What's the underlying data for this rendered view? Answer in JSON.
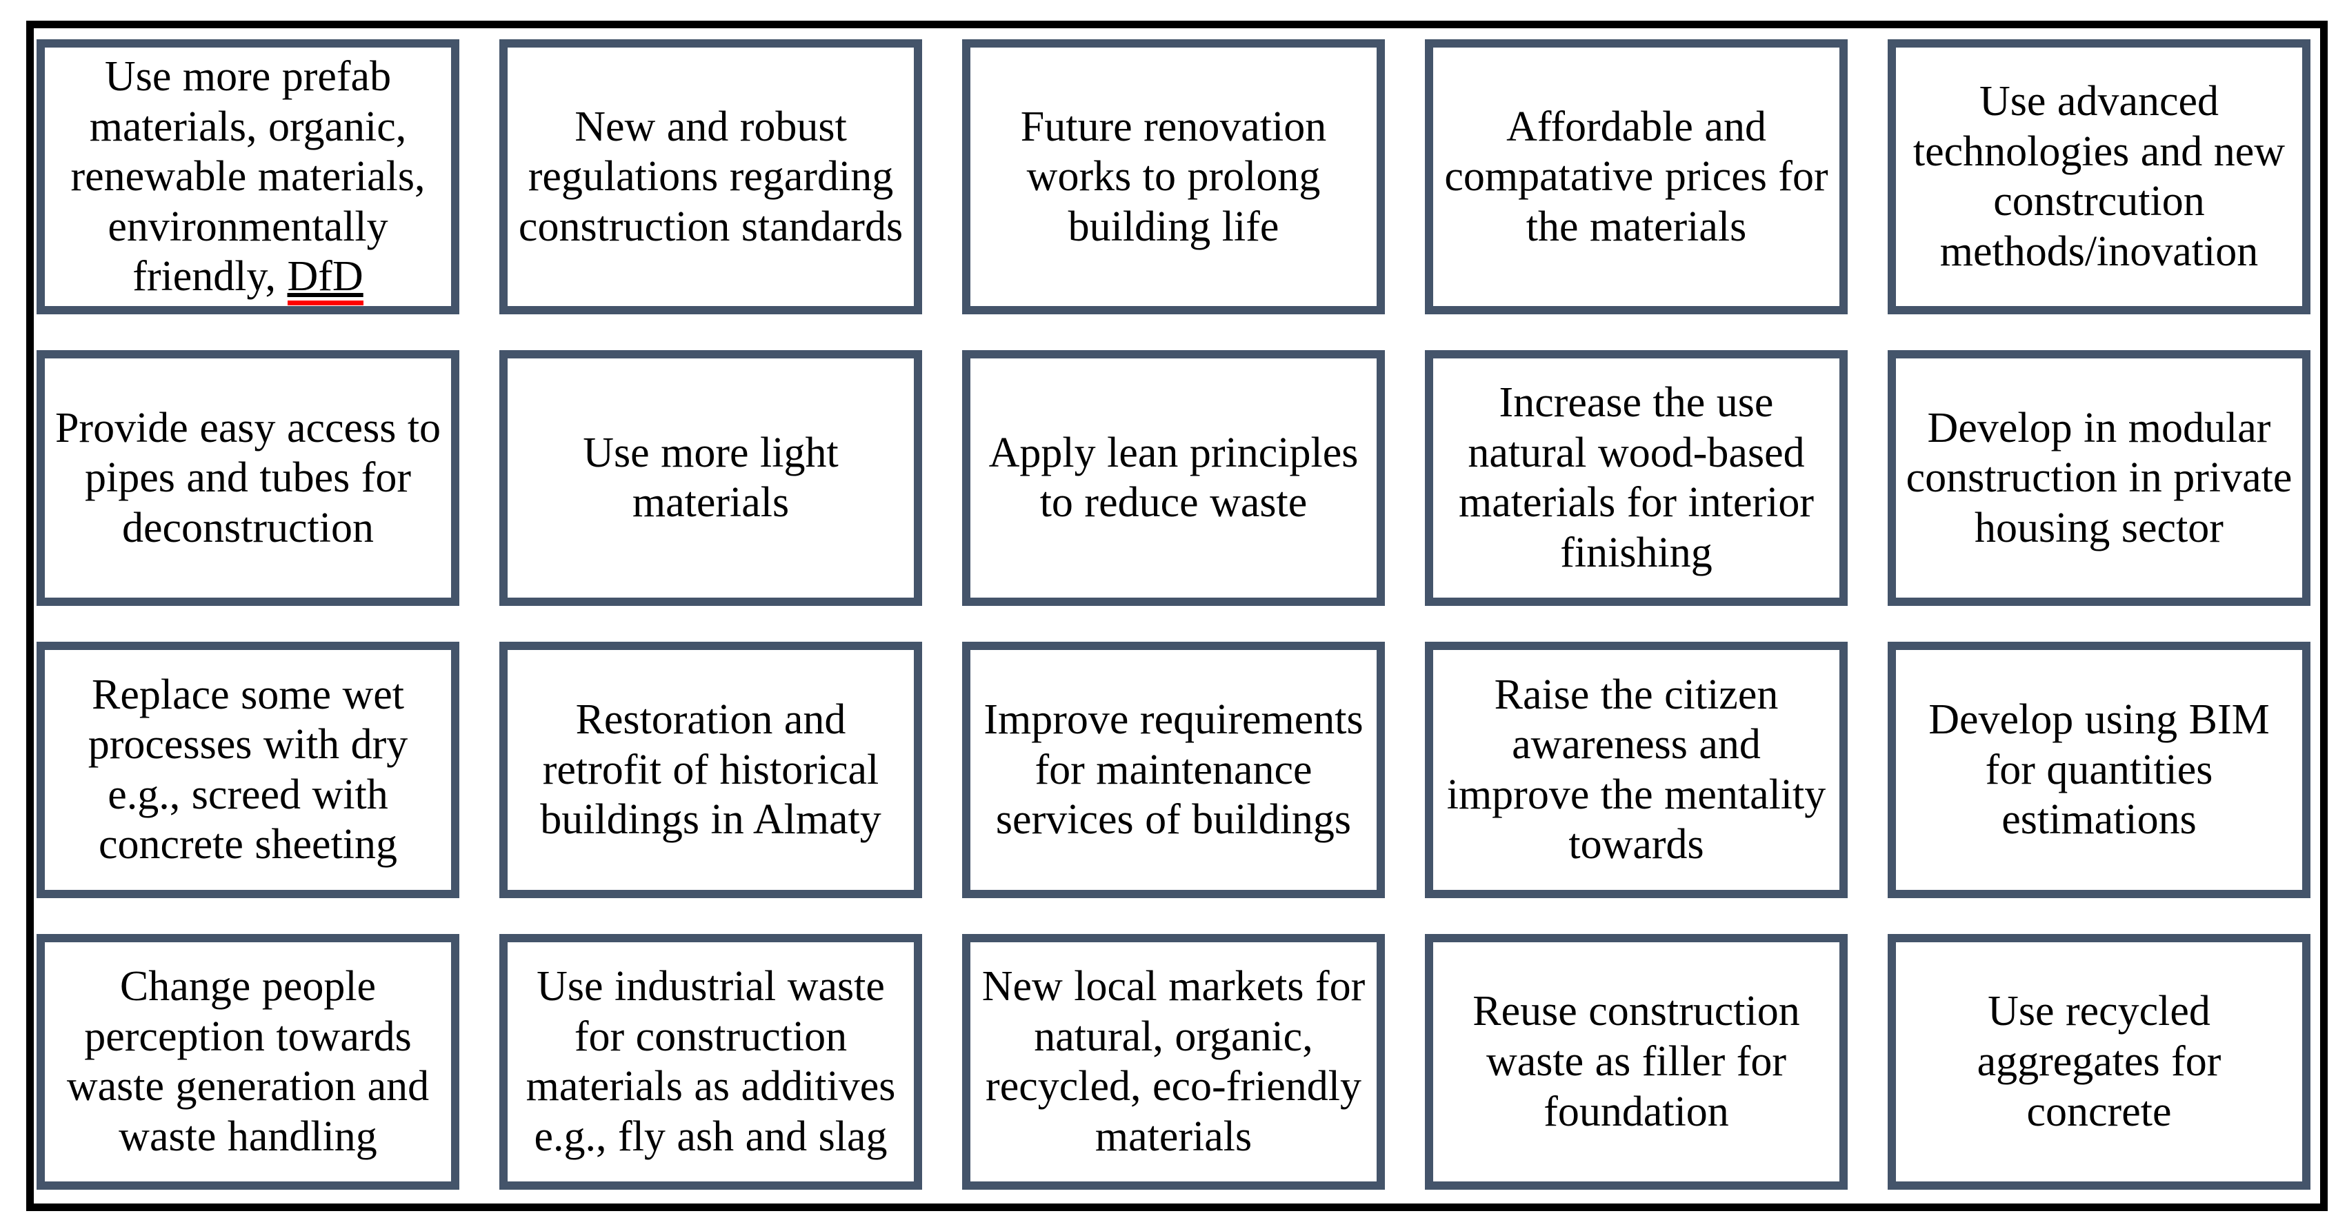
{
  "figure": {
    "description": "Grid of suggestion boxes for sustainable construction",
    "background_color": "#FFFFFF",
    "outer_frame_color": "#000000",
    "box_border_color": "#44546A",
    "text_color": "#000000",
    "misspelling_underline_color": "#FF0000",
    "rows": 4,
    "columns": 5
  },
  "boxes": [
    [
      {
        "text": "Use more prefab materials, organic, renewable materials, environmentally friendly, ",
        "underlined": "DfD"
      },
      {
        "text": "New and robust regulations regarding construction standards"
      },
      {
        "text": "Future renovation works to prolong building life"
      },
      {
        "text": "Affordable and compatative prices for the materials"
      },
      {
        "text": "Use advanced technologies and new constrcution methods/inovation"
      }
    ],
    [
      {
        "text": "Provide easy access to pipes and tubes for deconstruction"
      },
      {
        "text": "Use more light materials"
      },
      {
        "text": "Apply lean principles to reduce waste"
      },
      {
        "text": "Increase the use natural wood-based materials for interior finishing"
      },
      {
        "text": "Develop in modular construction in private housing sector"
      }
    ],
    [
      {
        "text": "Replace some wet processes with dry e.g., screed with concrete sheeting"
      },
      {
        "text": "Restoration and retrofit of historical buildings in Almaty"
      },
      {
        "text": "Improve requirements for maintenance services of buildings"
      },
      {
        "text": "Raise the citizen awareness and improve the mentality towards"
      },
      {
        "text": "Develop using BIM for quantities estimations"
      }
    ],
    [
      {
        "text": "Change people perception towards waste generation and waste handling"
      },
      {
        "text": "Use industrial waste for construction materials as additives e.g., fly ash and slag"
      },
      {
        "text": "New local markets for natural, organic, recycled, eco-friendly materials"
      },
      {
        "text": "Reuse construction waste as filler for foundation"
      },
      {
        "text": "Use recycled aggregates for concrete"
      }
    ]
  ]
}
